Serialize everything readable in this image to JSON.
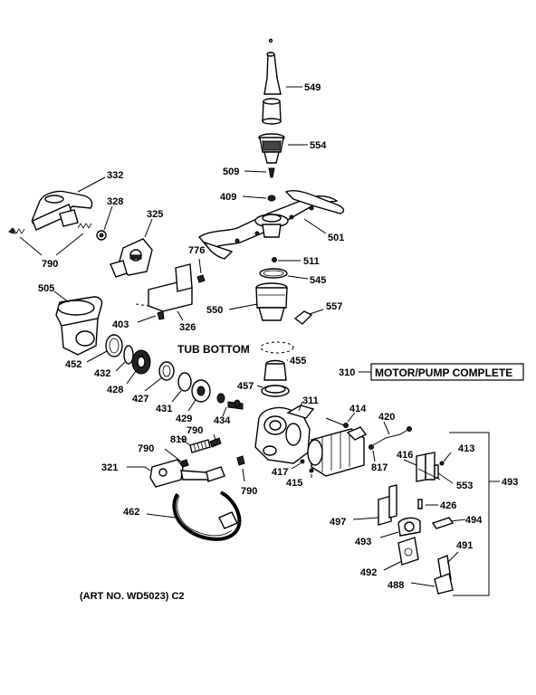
{
  "labels": {
    "p549": "549",
    "p554": "554",
    "p509": "509",
    "p409": "409",
    "p501": "501",
    "p511": "511",
    "p545": "545",
    "p550": "550",
    "p557": "557",
    "p776": "776",
    "p332": "332",
    "p328": "328",
    "p325": "325",
    "p790a": "790",
    "p505": "505",
    "p403": "403",
    "p326": "326",
    "p452": "452",
    "p432": "432",
    "p428": "428",
    "p427": "427",
    "p431": "431",
    "p429": "429",
    "p434": "434",
    "p455": "455",
    "p457": "457",
    "p310": "310",
    "p311": "311",
    "p414": "414",
    "p420": "420",
    "p416": "416",
    "p413": "413",
    "p553": "553",
    "p493": "493",
    "p817": "817",
    "p417": "417",
    "p415": "415",
    "p790b": "790",
    "p819": "819",
    "p790c": "790",
    "p321": "321",
    "p790d": "790",
    "p462": "462",
    "p426": "426",
    "p497": "497",
    "p494": "494",
    "p493b": "493",
    "p491": "491",
    "p492": "492",
    "p488": "488"
  },
  "tub_bottom": "TUB BOTTOM",
  "motor_pump_complete": "MOTOR/PUMP COMPLETE",
  "art_no": "(ART NO. WD5023) C2"
}
